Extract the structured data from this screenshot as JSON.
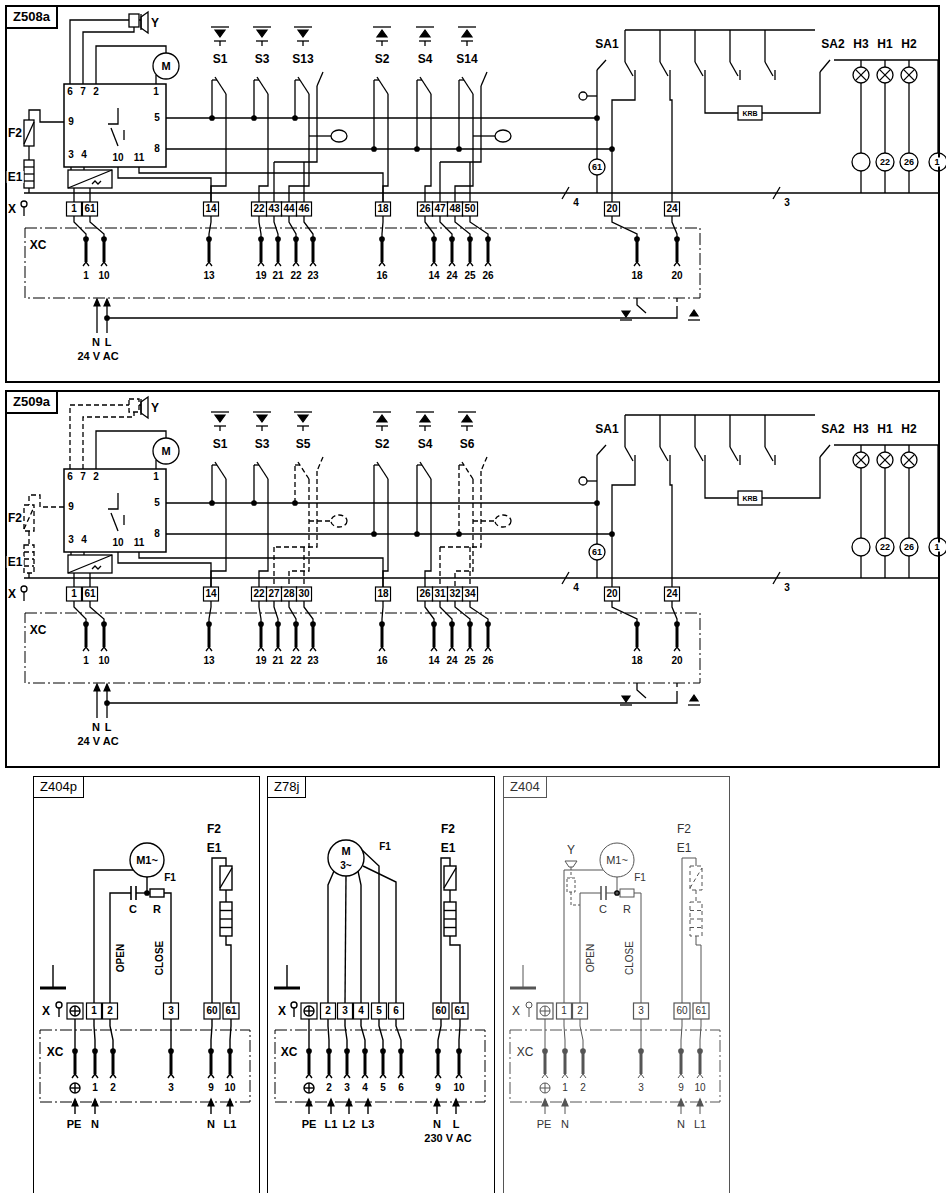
{
  "diagram": {
    "nodes": [
      {
        "text": [
          "Z508a"
        ]
      },
      {
        "text": [
          "Z509a"
        ]
      },
      {
        "text": [
          "Z404p"
        ]
      },
      {
        "text": [
          "Z78j"
        ]
      },
      {
        "text": [
          "Z404"
        ]
      }
    ],
    "labels": [
      "Y",
      "M",
      "S1",
      "S3",
      "S13",
      "S2",
      "S4",
      "S14",
      "SA1",
      "SA2",
      "H3",
      "H1",
      "H2",
      "F2",
      "E1",
      "6",
      "7",
      "2",
      "1",
      "9",
      "5",
      "3",
      "4",
      "10",
      "11",
      "8",
      "KRB",
      "61",
      "22",
      "26",
      "1",
      "X",
      "1",
      "61",
      "14",
      "22",
      "43",
      "44",
      "46",
      "18",
      "26",
      "47",
      "48",
      "50",
      "4",
      "20",
      "24",
      "3",
      "XC",
      "1",
      "10",
      "13",
      "19",
      "21",
      "22",
      "23",
      "16",
      "14",
      "24",
      "25",
      "26",
      "18",
      "20",
      "N",
      "L",
      "24 V AC",
      "Y",
      "M",
      "S1",
      "S3",
      "S5",
      "S2",
      "S4",
      "S6",
      "SA1",
      "SA2",
      "H3",
      "H1",
      "H2",
      "F2",
      "E1",
      "6",
      "7",
      "2",
      "1",
      "9",
      "5",
      "3",
      "4",
      "10",
      "11",
      "8",
      "KRB",
      "61",
      "22",
      "26",
      "1",
      "X",
      "1",
      "61",
      "14",
      "22",
      "27",
      "28",
      "30",
      "18",
      "26",
      "31",
      "32",
      "34",
      "4",
      "20",
      "24",
      "3",
      "XC",
      "1",
      "10",
      "13",
      "19",
      "21",
      "22",
      "23",
      "16",
      "14",
      "24",
      "25",
      "26",
      "18",
      "20",
      "N",
      "L",
      "24 V AC",
      "F2",
      "E1",
      "M1~",
      "F1",
      "C",
      "R",
      "OPEN",
      "CLOSE",
      "X",
      "1",
      "2",
      "3",
      "60",
      "61",
      "XC",
      "1",
      "2",
      "3",
      "9",
      "10",
      "PE",
      "N",
      "N",
      "L1",
      "F2",
      "E1",
      "M",
      "3~",
      "F1",
      "X",
      "2",
      "3",
      "4",
      "5",
      "6",
      "60",
      "61",
      "XC",
      "2",
      "3",
      "4",
      "5",
      "6",
      "9",
      "10",
      "PE",
      "L1",
      "L2",
      "L3",
      "N",
      "L",
      "230 V AC",
      "F2",
      "E1",
      "Y",
      "M1~",
      "F1",
      "C",
      "R",
      "OPEN",
      "CLOSE",
      "X",
      "1",
      "2",
      "3",
      "60",
      "61",
      "XC",
      "1",
      "2",
      "3",
      "9",
      "10",
      "PE",
      "N",
      "N",
      "L1"
    ]
  }
}
